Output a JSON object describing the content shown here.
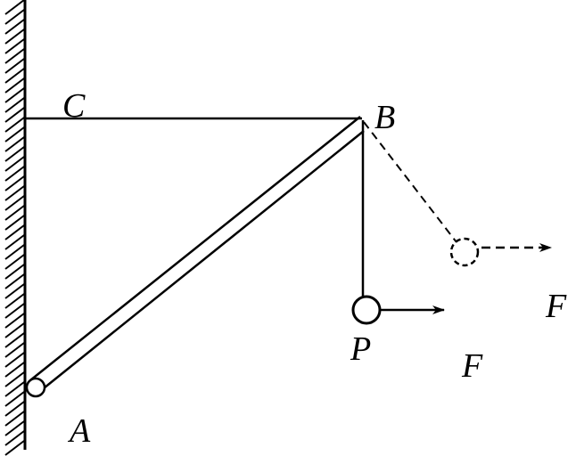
{
  "labels": {
    "C": "C",
    "B": "B",
    "A": "A",
    "P": "P",
    "F_ball": "F",
    "F_dashed": "F"
  },
  "colors": {
    "ink": "#000000",
    "background": "#ffffff"
  }
}
